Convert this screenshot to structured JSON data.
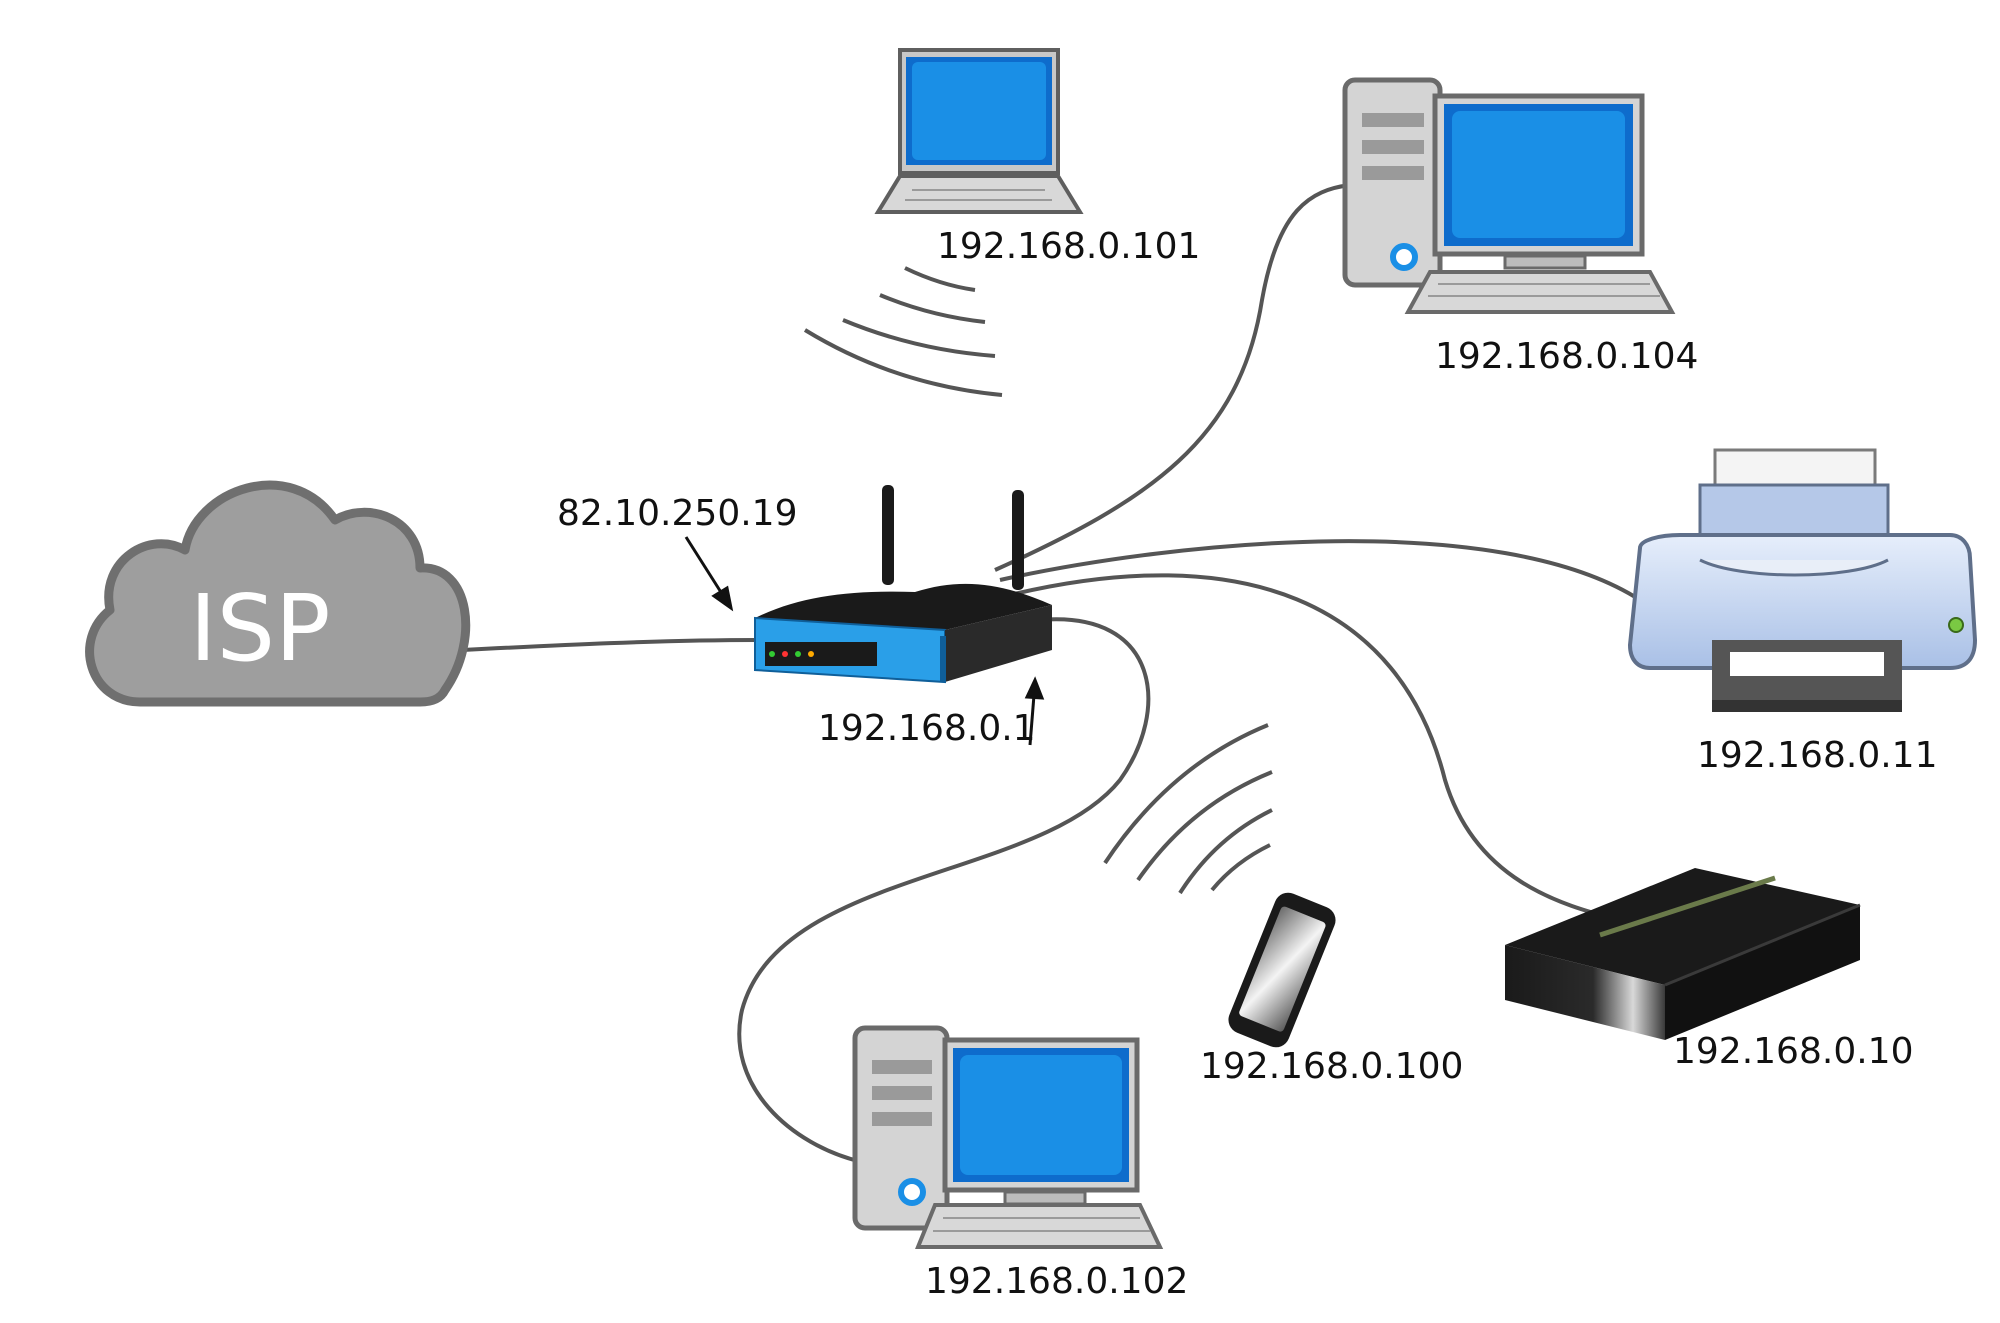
{
  "colors": {
    "cable": "#555555",
    "cloud_fill": "#9e9e9e",
    "cloud_stroke": "#6f6f6f",
    "screen_blue": "#1a8fe6",
    "router_blue": "#2a9fe8",
    "device_gray": "#d4d4d4",
    "printer_blue": "#c9daf2"
  },
  "network": {
    "cloud": {
      "label": "ISP",
      "icon": "cloud-icon"
    },
    "router": {
      "icon": "wireless-router-icon",
      "wan_ip": "82.10.250.19",
      "lan_ip": "192.168.0.1"
    },
    "devices": [
      {
        "id": "laptop",
        "icon": "laptop-icon",
        "ip": "192.168.0.101",
        "link": "wireless"
      },
      {
        "id": "desktop-top",
        "icon": "desktop-computer-icon",
        "ip": "192.168.0.104",
        "link": "wired"
      },
      {
        "id": "printer",
        "icon": "printer-icon",
        "ip": "192.168.0.11",
        "link": "wired"
      },
      {
        "id": "game-console",
        "icon": "game-console-icon",
        "ip": "192.168.0.10",
        "link": "wired"
      },
      {
        "id": "smartphone",
        "icon": "smartphone-icon",
        "ip": "192.168.0.100",
        "link": "wireless"
      },
      {
        "id": "desktop-bottom",
        "icon": "desktop-computer-icon",
        "ip": "192.168.0.102",
        "link": "wired"
      }
    ]
  }
}
